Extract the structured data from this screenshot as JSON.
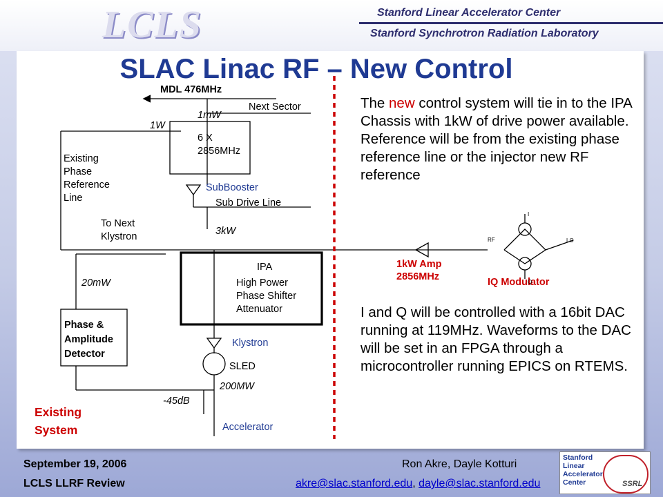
{
  "header": {
    "logo_text": "LCLS",
    "lab1": "Stanford Linear Accelerator Center",
    "lab2": "Stanford Synchrotron Radiation Laboratory"
  },
  "title": "SLAC Linac RF – New Control",
  "diagram": {
    "mdl": "MDL 476MHz",
    "next_sector": "Next Sector",
    "one_mw": "1mW",
    "one_w": "1W",
    "multiplier": "6 X",
    "multiplier_freq": "2856MHz",
    "existing_ref": [
      "Existing",
      "Phase",
      "Reference",
      "Line"
    ],
    "subbooster": "SubBooster",
    "sub_drive_line": "Sub Drive Line",
    "three_kw": "3kW",
    "to_next_klystron": [
      "To Next",
      "Klystron"
    ],
    "twenty_mw": "20mW",
    "ipa_title": "IPA",
    "ipa_lines": [
      "High Power",
      "Phase Shifter",
      "Attenuator"
    ],
    "detector": [
      "Phase &",
      "Amplitude",
      "Detector"
    ],
    "klystron": "Klystron",
    "sled": "SLED",
    "two_hundred_mw": "200MW",
    "minus45db": "-45dB",
    "accelerator": "Accelerator",
    "existing_system": [
      "Existing",
      "System"
    ],
    "amp": [
      "1kW Amp",
      "2856MHz"
    ],
    "iq_modulator": "IQ Modulator",
    "iq_ports": {
      "rf": "RF",
      "i": "I",
      "q": "Q",
      "lo": "LO"
    }
  },
  "text1": {
    "pre": "The ",
    "highlight": "new",
    "post": " control system will tie in to the IPA Chassis with 1kW of drive power available. Reference will be from the existing phase reference line or the injector new RF reference"
  },
  "text2": "I and Q will be controlled with a 16bit DAC running at 119MHz. Waveforms to the DAC will be set in an FPGA through a microcontroller running EPICS on RTEMS.",
  "footer": {
    "date": "September 19, 2006",
    "review": "LCLS LLRF Review",
    "authors": "Ron Akre, Dayle Kotturi",
    "email1": "akre@slac.stanford.edu",
    "sep": ", ",
    "email2": "dayle@slac.stanford.edu",
    "seal_lines": [
      "Stanford",
      "Linear",
      "Accelerator",
      "Center"
    ],
    "ssrl": "SSRL"
  },
  "colors": {
    "title": "#1f3a93",
    "red": "#cc0000",
    "link": "#0000cc"
  }
}
